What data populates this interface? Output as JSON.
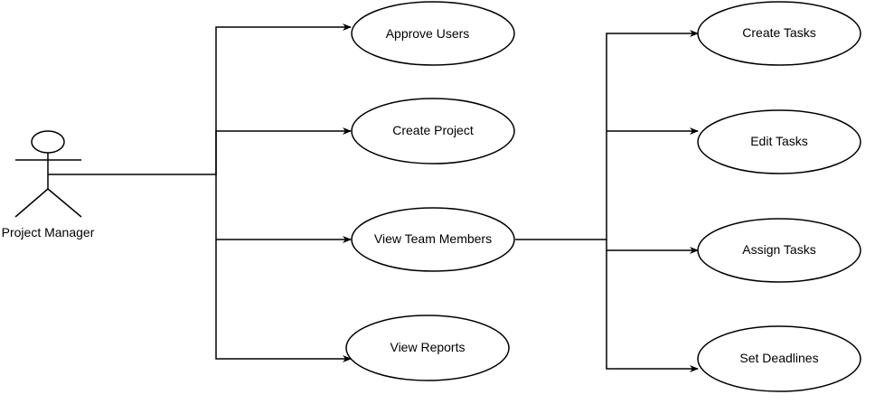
{
  "diagram": {
    "type": "use-case",
    "actor": {
      "label": "Project Manager",
      "icon": "stick-figure-icon"
    },
    "use_cases": {
      "approve_users": "Approve Users",
      "create_project": "Create Project",
      "view_team_members": "View Team Members",
      "view_reports": "View Reports",
      "create_tasks": "Create Tasks",
      "edit_tasks": "Edit Tasks",
      "assign_tasks": "Assign Tasks",
      "set_deadlines": "Set Deadlines"
    },
    "connections": [
      {
        "from": "Project Manager",
        "to": "Approve Users"
      },
      {
        "from": "Project Manager",
        "to": "Create Project"
      },
      {
        "from": "Project Manager",
        "to": "View Team Members"
      },
      {
        "from": "Project Manager",
        "to": "View Reports"
      },
      {
        "from": "View Team Members",
        "to": "Create Tasks"
      },
      {
        "from": "View Team Members",
        "to": "Edit Tasks"
      },
      {
        "from": "View Team Members",
        "to": "Assign Tasks"
      },
      {
        "from": "View Team Members",
        "to": "Set Deadlines"
      }
    ],
    "colors": {
      "stroke": "#000000",
      "fill": "#ffffff"
    }
  }
}
